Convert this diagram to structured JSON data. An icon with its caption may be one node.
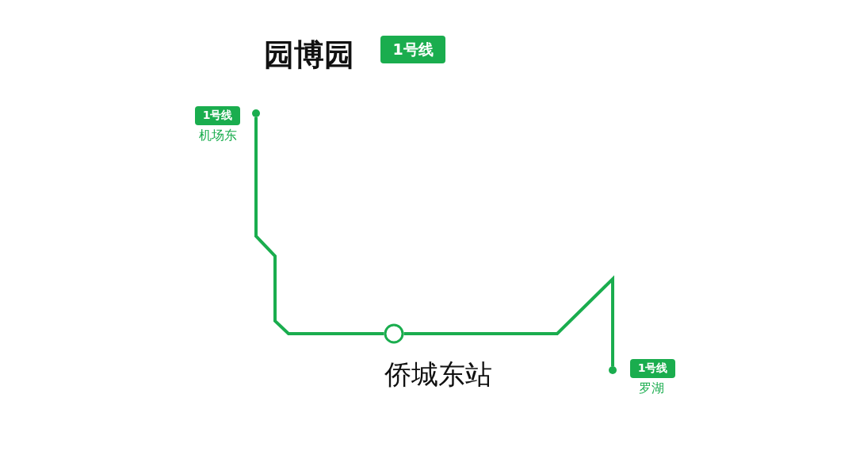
{
  "diagram": {
    "title": "园博园",
    "nodes": [
      {
        "text": [
          "1号线"
        ]
      },
      {
        "text": [
          "1号线"
        ]
      },
      {
        "text": [],
        "shape": "circle"
      },
      {
        "text": [],
        "shape": "circle",
        "beside": [
          "侨城东站"
        ]
      },
      {
        "text": [],
        "shape": "circle"
      },
      {
        "text": [
          "1号线"
        ]
      }
    ],
    "edges": [
      {
        "from": 2,
        "to": 3,
        "arrow": "none"
      },
      {
        "from": 3,
        "to": 4,
        "arrow": "none"
      }
    ],
    "labels": [
      "机场东",
      "罗湖"
    ]
  }
}
